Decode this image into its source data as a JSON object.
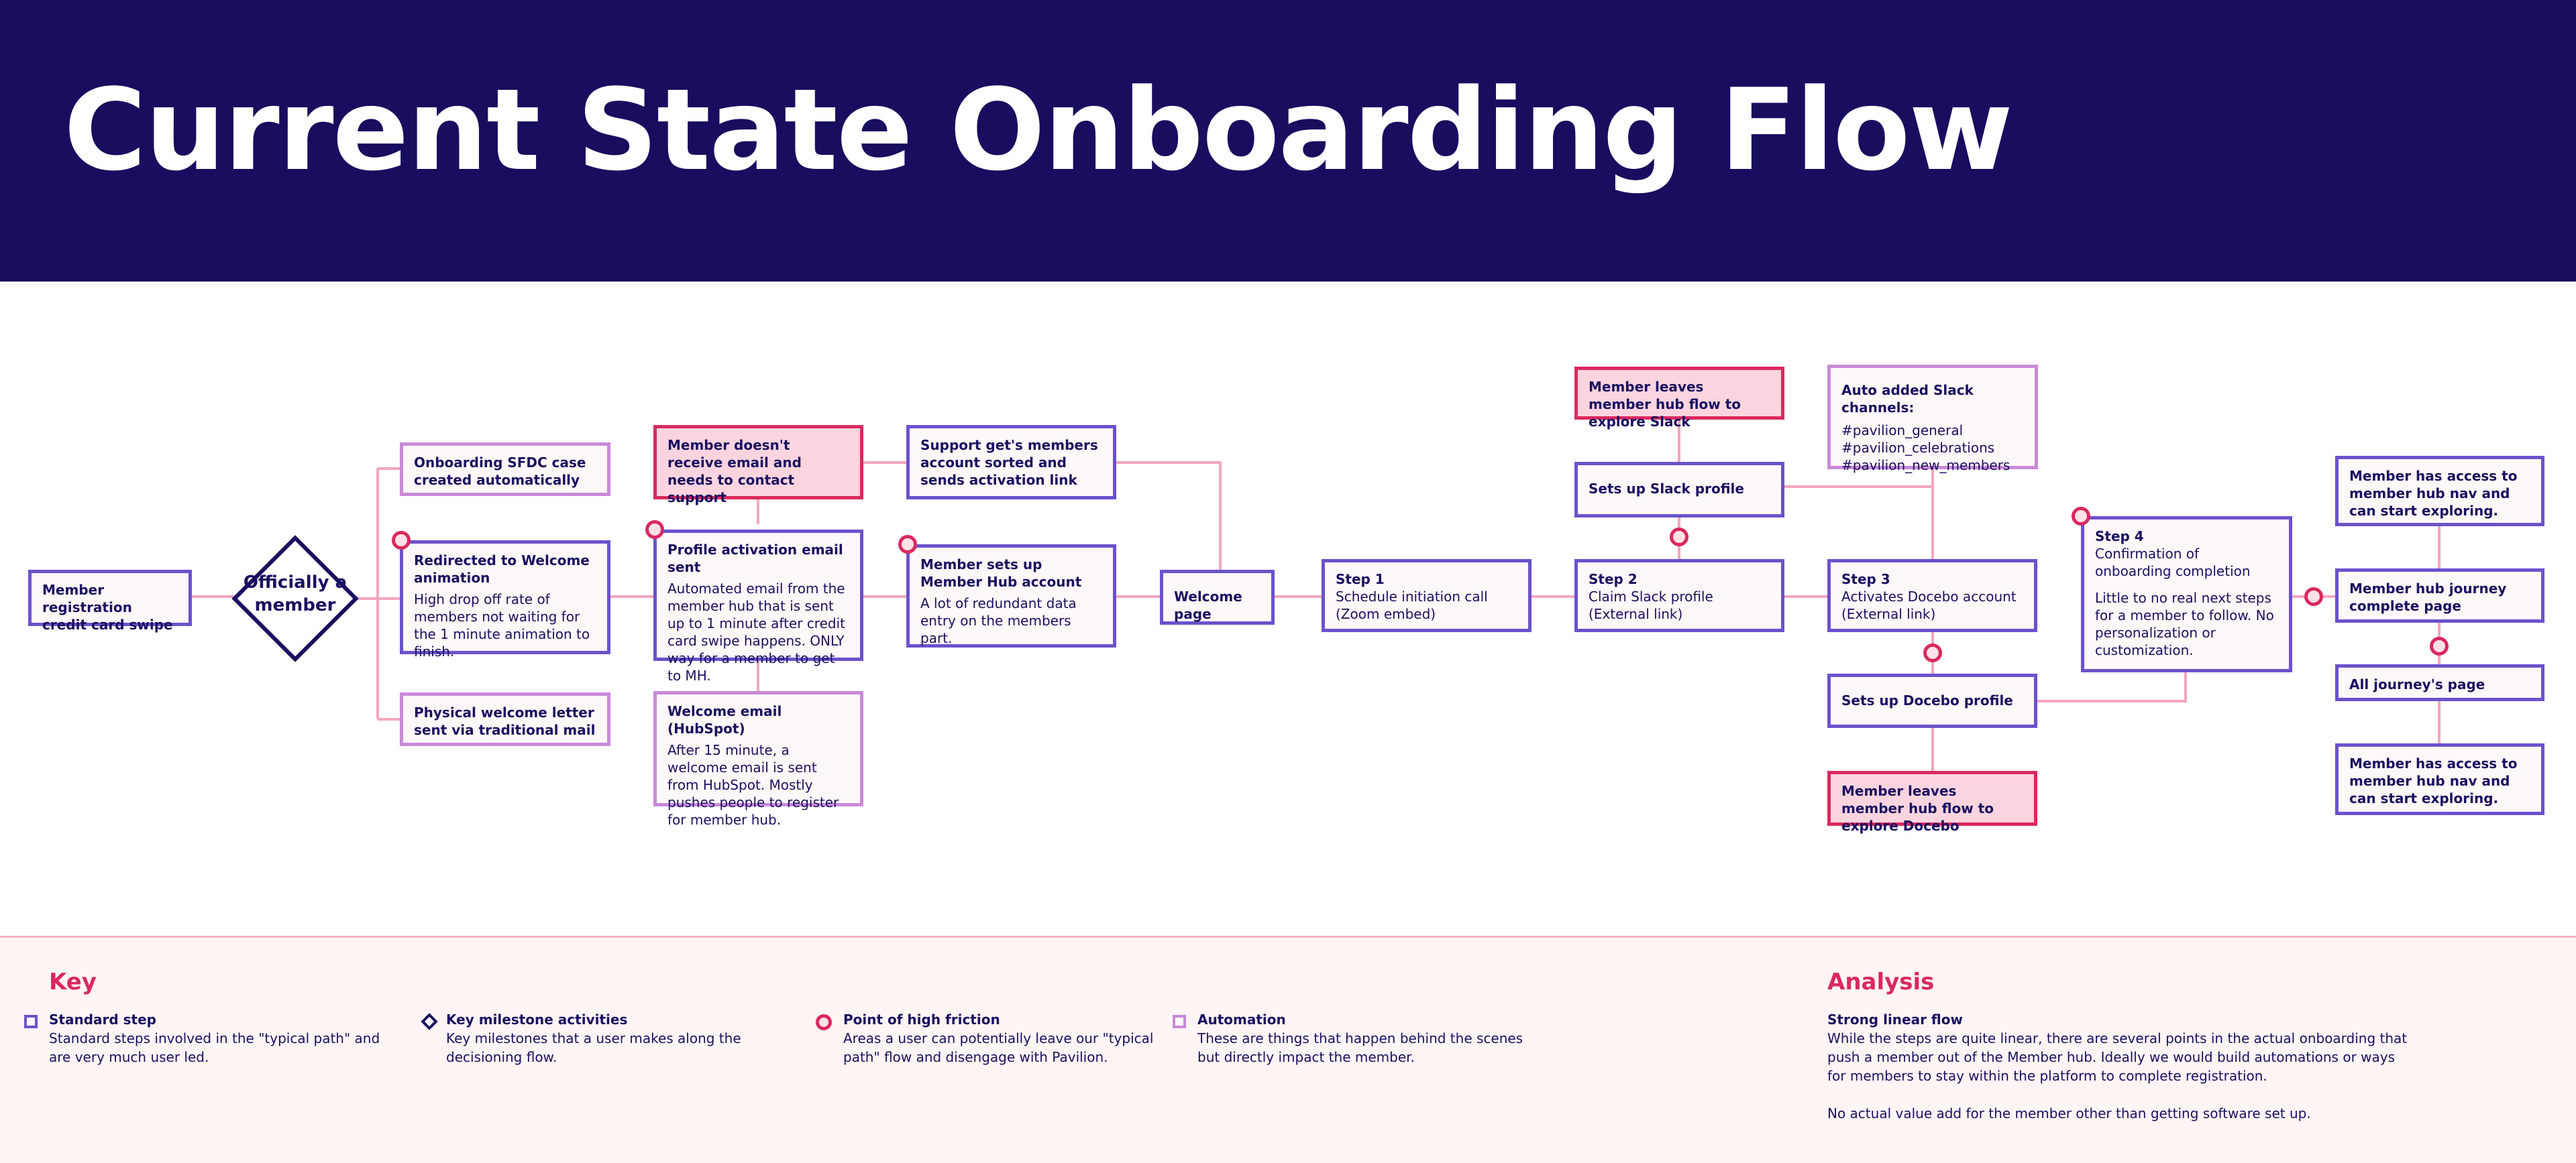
{
  "title": "Current State Onboarding Flow",
  "colors": {
    "header_bg": "#180d5e",
    "standard_border": "#6b52cc",
    "automation_border": "#c98ad9",
    "friction_border": "#d9295f",
    "friction_fill": "#fbd4df",
    "connector": "#f4a6bd",
    "accent_text": "#d9295f"
  },
  "milestone": {
    "label": "Officially a member"
  },
  "nodes": {
    "registration": {
      "title": "Member registration credit card swipe"
    },
    "sfdc_case": {
      "title": "Onboarding SFDC case created automatically"
    },
    "welcome_animation": {
      "title": "Redirected to Welcome animation",
      "body": "High drop off rate of members not waiting for the 1 minute animation to finish."
    },
    "welcome_letter": {
      "title": "Physical welcome letter sent via traditional mail"
    },
    "no_email": {
      "title": "Member doesn't receive email and needs to contact support"
    },
    "activation_email": {
      "title": "Profile activation email sent",
      "body": "Automated email from the member hub that is sent up to 1 minute after credit card swipe happens. ONLY way for a member to get to MH."
    },
    "welcome_email": {
      "title": "Welcome email (HubSpot)",
      "body": "After 15 minute, a welcome email is sent from HubSpot. Mostly pushes people to register for member hub."
    },
    "support_sorted": {
      "title": "Support get's members account sorted and sends activation link"
    },
    "hub_account": {
      "title": "Member sets up Member Hub account",
      "body": "A lot of redundant data entry on the members part."
    },
    "welcome_page": {
      "title": "Welcome page"
    },
    "step1": {
      "title": "Step 1",
      "body": "Schedule initiation call (Zoom embed)"
    },
    "leaves_slack": {
      "title": "Member leaves member hub flow to explore Slack"
    },
    "slack_profile": {
      "title": "Sets up Slack profile"
    },
    "step2": {
      "title": "Step 2",
      "body": "Claim Slack profile (External link)"
    },
    "slack_channels": {
      "title": "Auto added Slack channels:",
      "channels": [
        "#pavilion_general",
        "#pavilion_celebrations",
        "#pavilion_new_members"
      ]
    },
    "step3": {
      "title": "Step 3",
      "body": "Activates Docebo account (External link)"
    },
    "docebo_profile": {
      "title": "Sets up Docebo profile"
    },
    "leaves_docebo": {
      "title": "Member leaves member hub flow to explore Docebo"
    },
    "step4": {
      "title": "Step 4",
      "subtitle": "Confirmation of onboarding completion",
      "body": "Little to no real next steps for a member to follow. No personalization or customization."
    },
    "hub_access_1": {
      "title": "Member has access to member hub nav and can start exploring."
    },
    "journey_complete": {
      "title": "Member hub journey complete page"
    },
    "all_journeys": {
      "title": "All journey's page"
    },
    "hub_access_2": {
      "title": "Member has access to member hub nav and can start exploring."
    }
  },
  "key": {
    "heading": "Key",
    "items": [
      {
        "icon": "standard-step-icon",
        "title": "Standard step",
        "desc": "Standard steps involved in the \"typical path\" and are very much user led."
      },
      {
        "icon": "milestone-icon",
        "title": "Key milestone activities",
        "desc": "Key milestones that a user makes along the decisioning flow."
      },
      {
        "icon": "friction-point-icon",
        "title": "Point of high friction",
        "desc": "Areas a user can potentially leave our \"typical path\" flow and disengage with Pavilion."
      },
      {
        "icon": "automation-icon",
        "title": "Automation",
        "desc": "These are things that happen behind the scenes but directly impact the member."
      }
    ]
  },
  "analysis": {
    "heading": "Analysis",
    "subheading": "Strong linear flow",
    "paragraphs": [
      "While the steps are quite linear, there are several points in the actual onboarding that push a member out of the Member hub. Ideally we would build automations or ways for members to stay within the platform to complete registration.",
      "No actual value add for the member other than getting software set up."
    ]
  }
}
